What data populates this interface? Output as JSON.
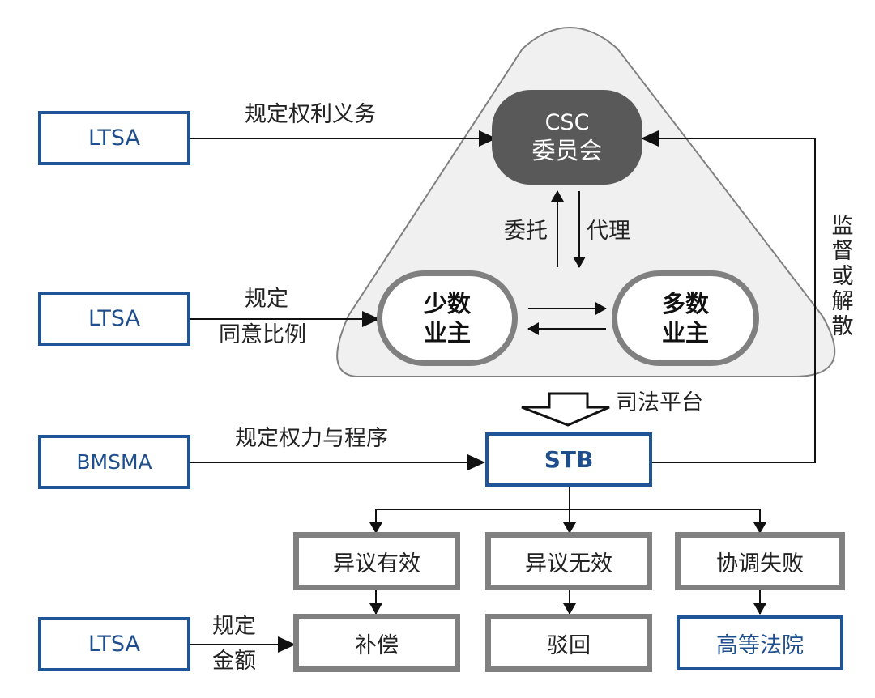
{
  "colors": {
    "blue_border": "#1f5597",
    "blue_text": "#1f4e8c",
    "gray_border": "#808080",
    "dark_pill": "#595959",
    "triangle_fill": "#f0f0f0",
    "line": "#111111"
  },
  "sources": {
    "ltsa_1": "LTSA",
    "ltsa_2": "LTSA",
    "bmsma": "BMSMA",
    "ltsa_3": "LTSA"
  },
  "edge_labels": {
    "rights_duties": "规定权利义务",
    "consent_ratio_line1": "规定",
    "consent_ratio_line2": "同意比例",
    "power_procedure": "规定权力与程序",
    "amount_line1": "规定",
    "amount_line2": "金额",
    "entrust": "委托",
    "agency": "代理",
    "judicial_platform": "司法平台",
    "supervise_dissolve": "监督或解散"
  },
  "triangle": {
    "committee_line1": "CSC",
    "committee_line2": "委员会",
    "minority_line1": "少数",
    "minority_line2": "业主",
    "majority_line1": "多数",
    "majority_line2": "业主"
  },
  "stb": "STB",
  "outcomes": {
    "objection_valid": "异议有效",
    "objection_invalid": "异议无效",
    "mediation_failed": "协调失败",
    "compensation": "补偿",
    "rejected": "驳回",
    "high_court": "高等法院"
  }
}
